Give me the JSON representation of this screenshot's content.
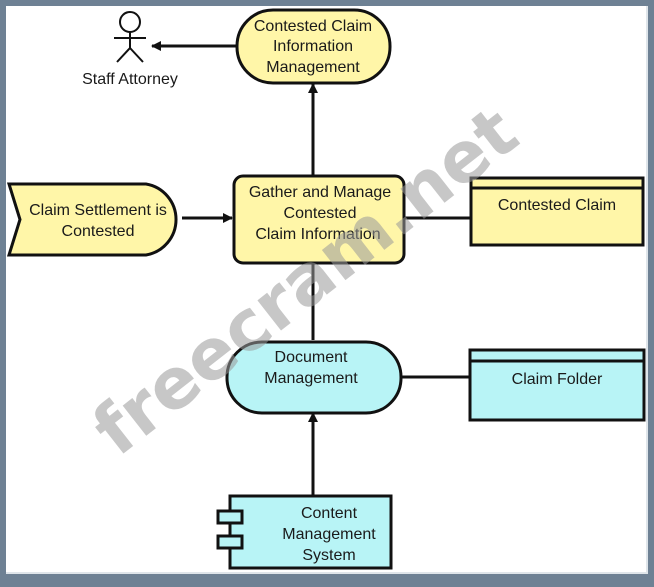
{
  "diagram": {
    "colors": {
      "business_fill": "#fff6a8",
      "application_fill": "#b8f4f6",
      "stroke": "#111111",
      "frame": "#6e8194",
      "background": "#ffffff"
    },
    "nodes": {
      "actor": {
        "type": "business-actor",
        "label": "Staff Attorney"
      },
      "service_top": {
        "type": "business-service",
        "lines": [
          "Contested Claim",
          "Information",
          "Management"
        ]
      },
      "event": {
        "type": "business-event",
        "lines": [
          "Claim Settlement is",
          "Contested"
        ]
      },
      "process": {
        "type": "business-process",
        "lines": [
          "Gather and Manage",
          "Contested",
          "Claim Information"
        ]
      },
      "object_claim": {
        "type": "business-object",
        "label": "Contested Claim"
      },
      "app_service": {
        "type": "application-service",
        "lines": [
          "Document",
          "Management"
        ]
      },
      "data_object": {
        "type": "data-object",
        "label": "Claim Folder"
      },
      "component": {
        "type": "application-component",
        "lines": [
          "Content",
          "Management",
          "System"
        ]
      }
    },
    "edges": [
      {
        "from": "service_top",
        "to": "actor",
        "type": "used-by"
      },
      {
        "from": "process",
        "to": "service_top",
        "type": "realization"
      },
      {
        "from": "event",
        "to": "process",
        "type": "triggering"
      },
      {
        "from": "process",
        "to": "object_claim",
        "type": "association"
      },
      {
        "from": "app_service",
        "to": "process",
        "type": "used-by"
      },
      {
        "from": "app_service",
        "to": "data_object",
        "type": "association"
      },
      {
        "from": "component",
        "to": "app_service",
        "type": "realization"
      }
    ],
    "watermark": "freecram.net"
  }
}
